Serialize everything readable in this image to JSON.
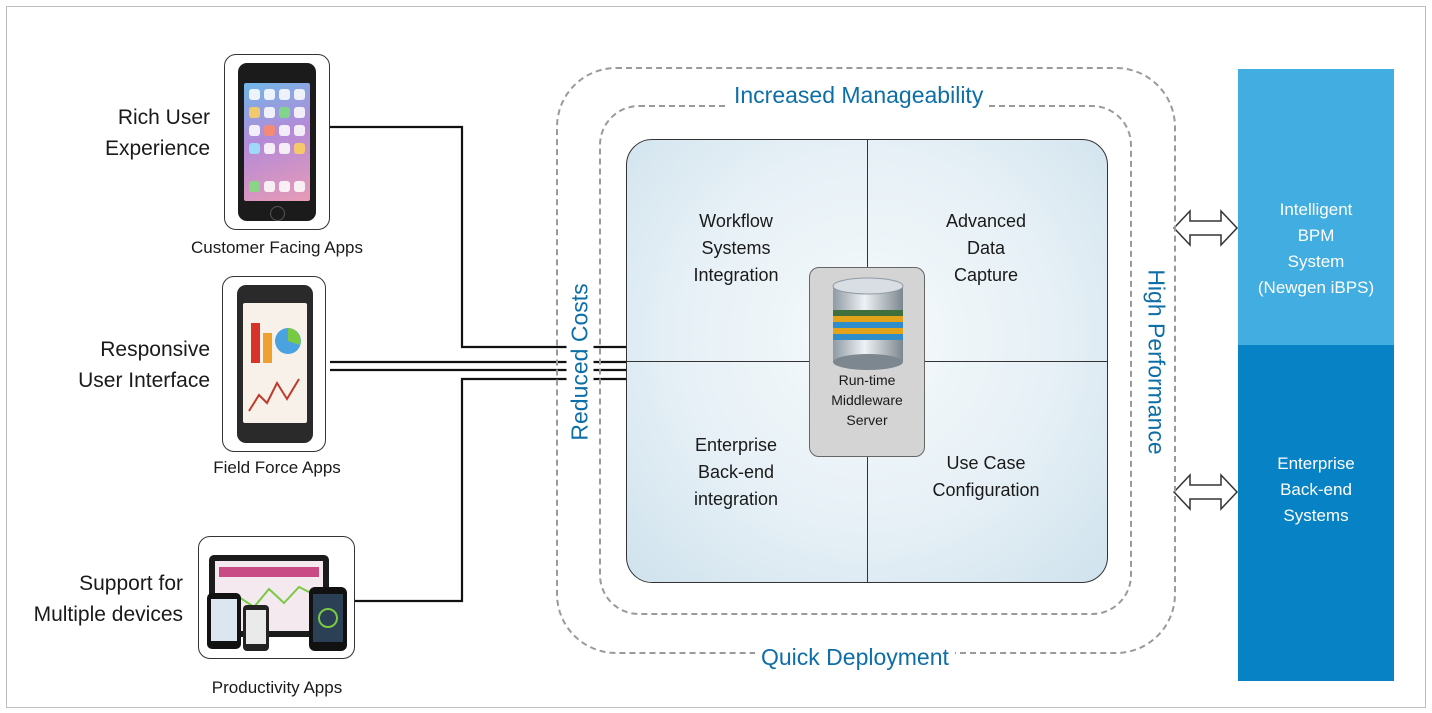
{
  "left_features": [
    {
      "line1": "Rich User",
      "line2": "Experience",
      "caption": "Customer Facing Apps"
    },
    {
      "line1": "Responsive",
      "line2": "User Interface",
      "caption": "Field Force Apps"
    },
    {
      "line1": "Support for",
      "line2": "Multiple devices",
      "caption": "Productivity Apps"
    }
  ],
  "outer_zone": {
    "top": "Increased Manageability",
    "left": "Reduced Costs",
    "right": "High Performance",
    "bottom": "Quick Deployment"
  },
  "quadrants": {
    "top_left": [
      "Workflow",
      "Systems",
      "Integration"
    ],
    "top_right": [
      "Advanced",
      "Data",
      "Capture"
    ],
    "bottom_left": [
      "Enterprise",
      "Back-end",
      "integration"
    ],
    "bottom_right": [
      "Use Case",
      "Configuration"
    ]
  },
  "server": {
    "line1": "Run-time",
    "line2": "Middleware",
    "line3": "Server"
  },
  "right_systems": {
    "top": {
      "line1": "Intelligent",
      "line2": "BPM",
      "line3": "System",
      "line4": "(Newgen iBPS)",
      "color": "#41ade0"
    },
    "bottom": {
      "line1": "Enterprise",
      "line2": "Back-end",
      "line3": "Systems",
      "color": "#0782c4"
    }
  },
  "colors": {
    "accent_text": "#0e6ea8",
    "dashed": "#9a9a9a"
  }
}
